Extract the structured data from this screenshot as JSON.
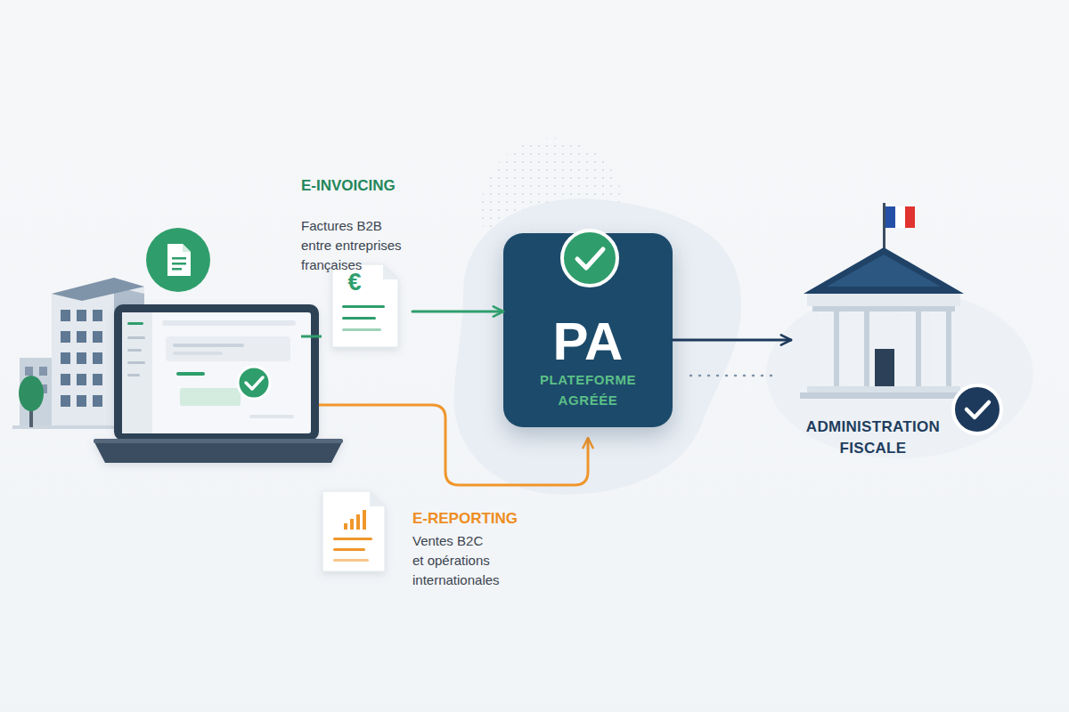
{
  "diagram": {
    "nodes": [
      {
        "text": [
          "E-INVOICING",
          "Factures B2B entre entreprises françaises",
          "€"
        ]
      },
      {
        "text": [
          "E-REPORTING",
          "Ventes B2C et opérations internationales"
        ]
      },
      {
        "text": [
          "PA",
          "PLATEFORME AGRÉÉE"
        ]
      },
      {
        "text": [
          "ADMINISTRATION FISCALE"
        ]
      }
    ],
    "edges": [
      {
        "from": 0,
        "to": 2,
        "arrow": "to"
      },
      {
        "from": 2,
        "to": 3,
        "arrow": "to"
      }
    ]
  }
}
